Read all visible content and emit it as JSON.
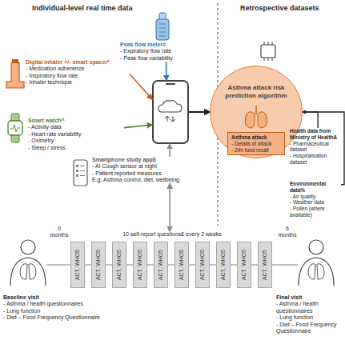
{
  "diagram": {
    "nodes": [
      {
        "text": [
          "Peak flow meter#",
          "- Expiratory flow rate",
          "- Peak flow variability"
        ]
      },
      {
        "text": [
          "Digital inhaler +/- smart spacer*",
          "- Medication adherence",
          "- Inspiratory flow rate",
          "- Inhaler technique"
        ]
      },
      {
        "text": [
          "Smart watch^",
          "- Activity data",
          "- Heart rate variability",
          "- Oximetry",
          "- Sleep / stress"
        ]
      },
      {
        "text": []
      },
      {
        "text": [
          "Asthma attack risk prediction algorithm"
        ]
      },
      {
        "text": [
          "Asthma attack",
          "- Details of attack",
          "- 24h food recall"
        ],
        "in": 4
      },
      {
        "text": [
          "Health data from Ministry of Health&",
          "- Pharmaceutical dataset",
          "- Hospitalisation dataset"
        ]
      },
      {
        "text": [
          "Environmental data%",
          "- Air quality",
          "- Weather data",
          "- Pollen (where available)"
        ]
      },
      {
        "text": [
          "Smartphone study app$",
          "- AI Cough sensor at night",
          "- Patient reported measures",
          "E.g. Asthma control, diet, wellbeing"
        ]
      },
      {
        "text": [
          "10 self-report questions£ every 2 weeks"
        ]
      },
      {
        "text": [
          "ACT, WHO5"
        ]
      },
      {
        "text": [
          "ACT, WHO5"
        ]
      },
      {
        "text": [
          "ACT, WHO5"
        ]
      },
      {
        "text": [
          "ACT, WHO5"
        ]
      },
      {
        "text": [
          "ACT, WHO5"
        ]
      },
      {
        "text": [
          "ACT, WHO5"
        ]
      },
      {
        "text": [
          "ACT, WHO5"
        ]
      },
      {
        "text": [
          "ACT, WHO5"
        ]
      },
      {
        "text": [
          "ACT, WHO5"
        ]
      },
      {
        "text": [
          "ACT, WHO5"
        ]
      },
      {
        "text": [
          "Baseline visit",
          "- Asthma / health questionnaires",
          "- Lung function",
          "- Diet – Food Frequency Questionnaire"
        ]
      },
      {
        "text": [
          "Final visit",
          "- Asthma / health questionnaires",
          "- Lung function",
          "- Diet – Food Frequency Questionnaire"
        ]
      }
    ],
    "edges": [
      {
        "from": 0,
        "to": 3,
        "arrow": "to"
      },
      {
        "from": 1,
        "to": 3,
        "arrow": "to"
      },
      {
        "from": 2,
        "to": 3,
        "arrow": "to"
      },
      {
        "from": 8,
        "to": 3,
        "arrow": "to"
      },
      {
        "from": 3,
        "to": 4,
        "arrow": "to"
      },
      {
        "from": 6,
        "to": 4,
        "arrow": "to"
      },
      {
        "from": 7,
        "to": 4,
        "arrow": "to"
      },
      {
        "from": 8,
        "to": 9,
        "arrow": "both"
      }
    ],
    "labels": [
      "Individual-level real time data",
      "Retrospective datasets",
      "0 months",
      "6 months"
    ]
  }
}
